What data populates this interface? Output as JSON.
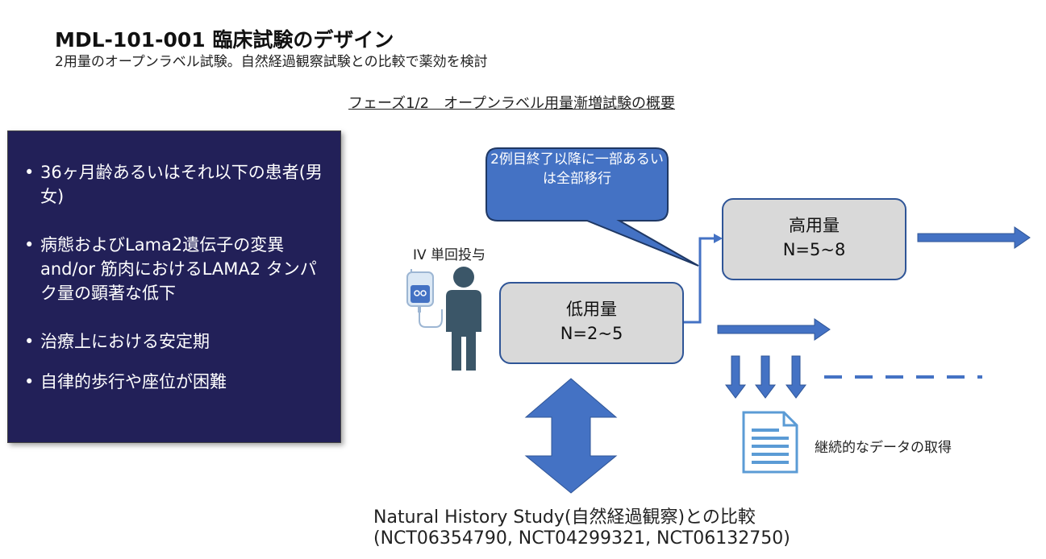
{
  "header": {
    "title": "MDL-101-001 臨床試験のデザイン",
    "subtitle": "2用量のオープンラベル試験。自然経過観察試験との比較で薬効を検討",
    "phase_heading": "フェーズ1/2　オープンラベル用量漸増試験の概要"
  },
  "criteria": {
    "items": [
      "36ヶ月齢あるいはそれ以下の患者(男女)",
      "病態およびLama2遺伝子の変異and/or 筋肉におけるLAMA2 タンパク量の顕著な低下",
      "治療上における安定期",
      "自律的歩行や座位が困難"
    ]
  },
  "diagram": {
    "iv_label": "IV 単回投与",
    "low_dose": {
      "name": "低用量",
      "n": "N=2~5"
    },
    "high_dose": {
      "name": "高用量",
      "n": "N=5~8"
    },
    "callout": "2例目終了以降に一部あるいは全部移行",
    "data_label": "継続的なデータの取得",
    "natural_history_line1": "Natural History Study(自然経過観察)との比較",
    "natural_history_line2": "(NCT06354790, NCT04299321, NCT06132750)"
  },
  "colors": {
    "navy_box": "#222058",
    "accent_blue": "#4472c4",
    "dark_blue": "#2f5597",
    "person": "#3b5668",
    "dose_fill": "#d9d9d9"
  }
}
